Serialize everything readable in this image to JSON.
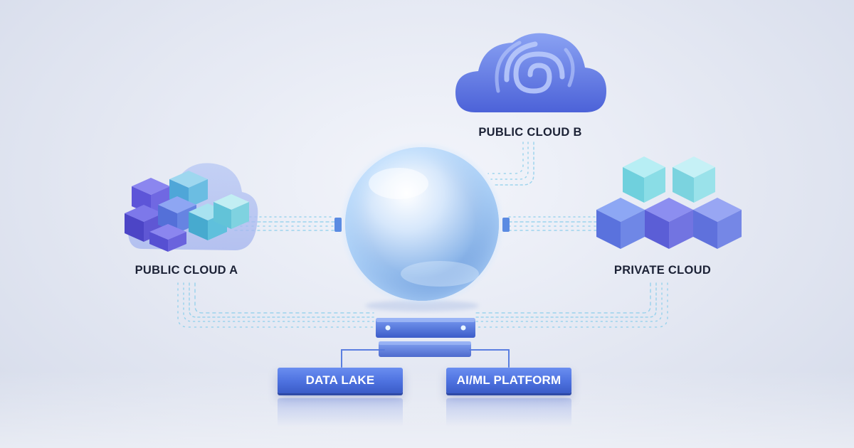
{
  "nodes": {
    "public_cloud_a": "PUBLIC CLOUD A",
    "public_cloud_b": "PUBLIC CLOUD B",
    "private_cloud": "PRIVATE CLOUD",
    "data_lake": "DATA LAKE",
    "ai_ml_platform": "AI/ML PLATFORM"
  },
  "icons": {
    "public_cloud_a": "cube-cluster-cloud-icon",
    "public_cloud_b": "swirl-cloud-icon",
    "private_cloud": "hexagon-cube-stack-icon",
    "hub": "glass-sphere-hub-icon",
    "platform": "hub-base-platform-icon"
  },
  "colors": {
    "accent": "#4d71df",
    "cyan": "#7fd6e8",
    "violet": "#6e63d9",
    "text": "#1c2236"
  }
}
